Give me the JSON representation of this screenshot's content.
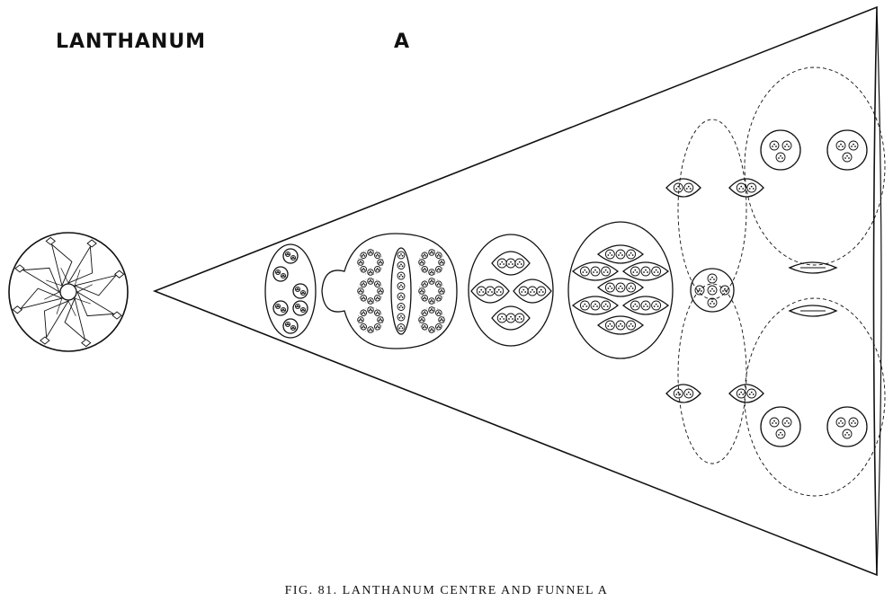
{
  "title": "LANTHANUM",
  "funnel_letter": "A",
  "caption": "FIG. 81. LANTHANUM CENTRE AND FUNNEL A"
}
